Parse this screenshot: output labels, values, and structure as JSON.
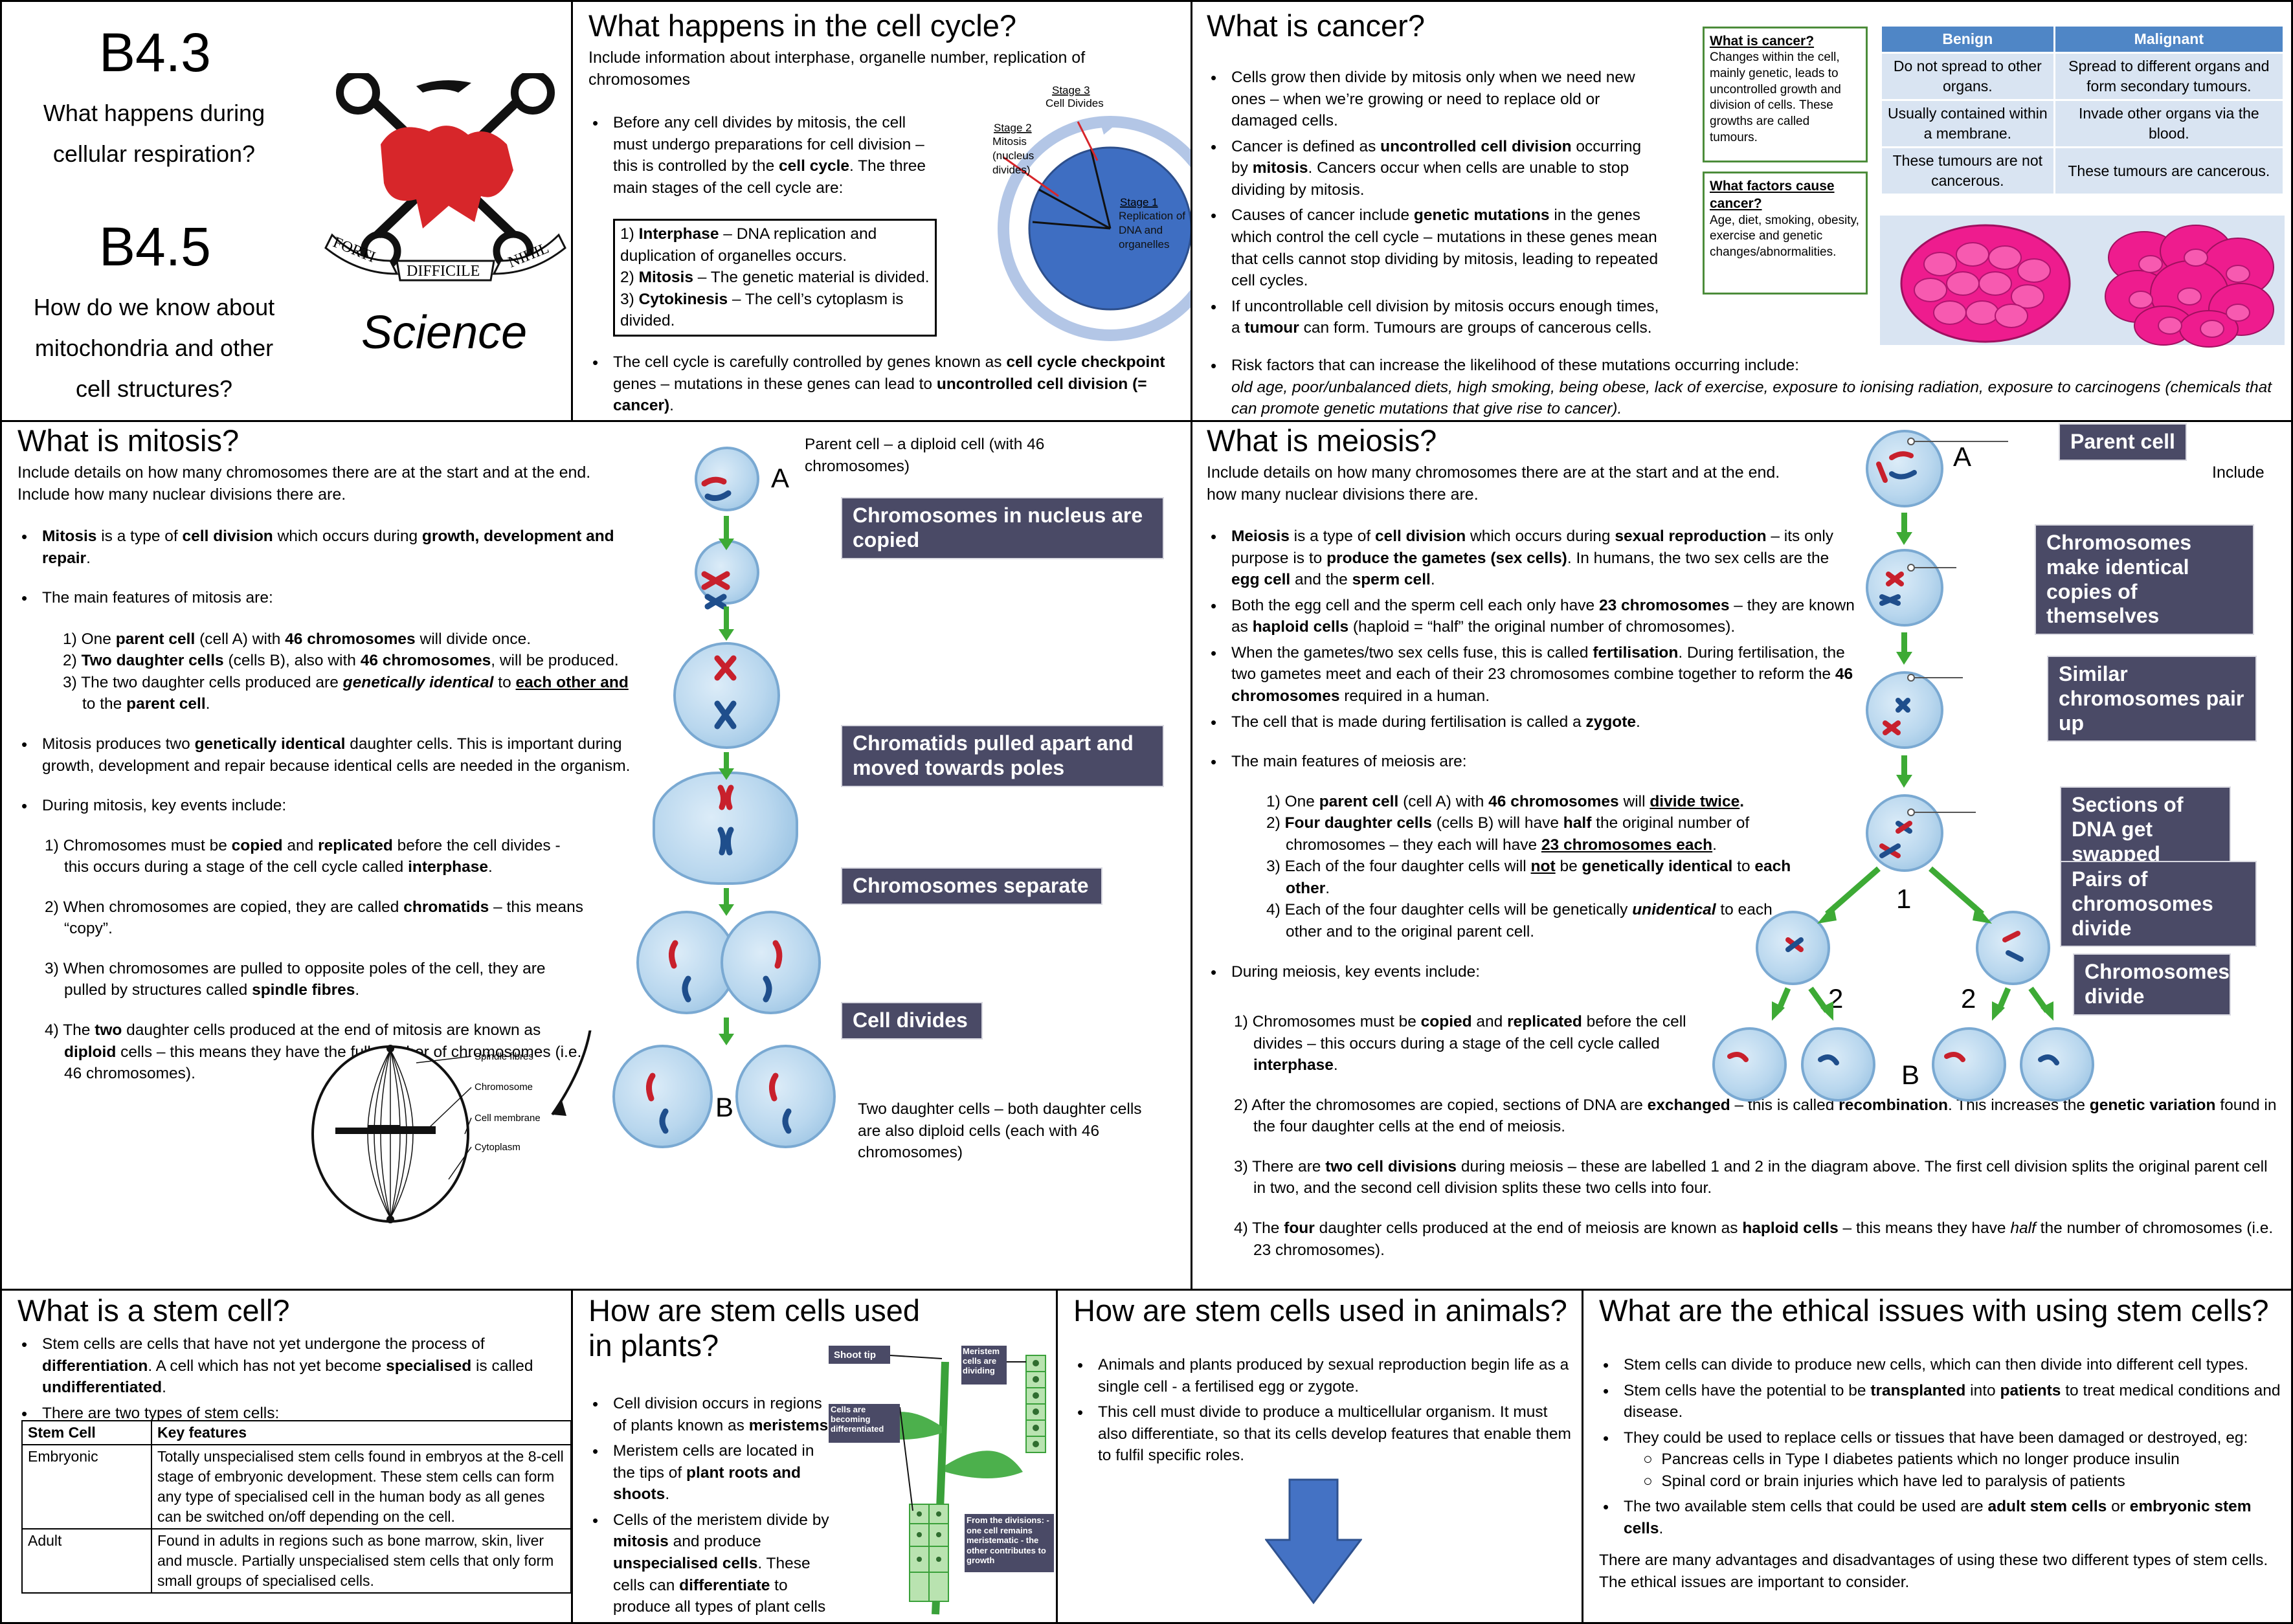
{
  "title": {
    "code1": "B4.3",
    "q1": "What happens during cellular respiration?",
    "code2": "B4.5",
    "q2": "How do we know about mitochondria and other cell structures?",
    "science": "Science",
    "motto": [
      "FORTI",
      "DIFFICILE",
      "NIHIL"
    ]
  },
  "cycle": {
    "heading": "What happens in the cell cycle?",
    "sub": "Include information about interphase, organelle number, replication of chromosomes",
    "b1": [
      "Before any cell divides by mitosis, the cell must undergo preparations for cell division – this is controlled by the ",
      "cell cycle",
      ". The three main stages of the cell cycle are:"
    ],
    "stages": [
      [
        "1) ",
        "Interphase",
        " – DNA replication and duplication of organelles occurs."
      ],
      [
        "2) ",
        "Mitosis",
        " – The genetic material is divided."
      ],
      [
        "3) ",
        "Cytokinesis",
        " – The cell’s cytoplasm is divided."
      ]
    ],
    "b2": [
      "The cell cycle is carefully controlled by genes known as ",
      "cell cycle checkpoint",
      " genes – mutations in these genes can lead to ",
      "uncontrolled cell division (= cancer)",
      "."
    ],
    "diagram": {
      "s3": "Stage 3",
      "s3b": "Cell Divides",
      "s2": "Stage 2",
      "s2b": "Mitosis (nucleus divides)",
      "s1": "Stage 1",
      "s1b": "Replication of DNA and organelles"
    }
  },
  "cancer": {
    "heading": "What is cancer?",
    "b": [
      [
        "Cells grow then divide by mitosis only when we need new ones – when we’re growing or need to replace old or damaged cells."
      ],
      [
        "Cancer is defined as ",
        "uncontrolled cell division",
        " occurring by ",
        "mitosis",
        ". Cancers occur when cells are unable to stop dividing by mitosis."
      ],
      [
        "Causes of cancer include ",
        "genetic mutations",
        " in the genes which control the cell cycle – mutations in these genes mean that cells cannot stop dividing by mitosis, leading to repeated cell cycles."
      ],
      [
        "If uncontrollable cell division by mitosis occurs enough times, a ",
        "tumour",
        " can form. Tumours are groups of cancerous cells."
      ]
    ],
    "risk": "Risk factors that can increase the likelihood of these mutations occurring include:",
    "risk_list": "old age, poor/unbalanced diets, high smoking, being obese, lack of exercise, exposure to ionising radiation, exposure to carcinogens (chemicals that can promote genetic mutations that give rise to cancer).",
    "box1_title": "What is cancer?",
    "box1": "Changes within the cell, mainly genetic, leads to uncontrolled growth and division of cells. These growths are called tumours.",
    "box2_title": "What factors cause cancer?",
    "box2": "Age, diet, smoking, obesity, exercise and genetic changes/abnormalities.",
    "table": {
      "head": [
        "Benign",
        "Malignant"
      ],
      "rows": [
        [
          "Do not spread to other organs.",
          "Spread to different organs and form secondary tumours."
        ],
        [
          "Usually contained within a membrane.",
          "Invade other organs via the blood."
        ],
        [
          "These tumours are not cancerous.",
          "These tumours are cancerous."
        ]
      ]
    },
    "colors": {
      "table_head": "#4f86c6",
      "table_cell": "#d9e4f2",
      "tumour": "#ee1c8e"
    }
  },
  "mitosis": {
    "heading": "What is mitosis?",
    "sub1": "Include details on how many chromosomes there are at the start and at the end.",
    "sub2": "Include how many nuclear divisions there are.",
    "b1": [
      "Mitosis",
      " is a type of ",
      "cell division",
      " which occurs during ",
      "growth, development and repair",
      "."
    ],
    "b2": "The main features of mitosis are:",
    "f1": [
      "1) One ",
      "parent cell",
      " (cell A) with ",
      "46 chromosomes",
      " will divide once."
    ],
    "f2": [
      "2) ",
      "Two daughter cells",
      " (cells B), also with ",
      "46 chromosomes",
      ", will be produced."
    ],
    "f3": [
      "3) The two daughter cells produced are ",
      "genetically identical",
      " to ",
      "each other and",
      " to the ",
      "parent cell",
      "."
    ],
    "b3": [
      "Mitosis produces two ",
      "genetically identical",
      " daughter cells. This is important during growth, development and repair because identical cells are needed in the organism."
    ],
    "b4": "During mitosis, key events include:",
    "e1": [
      "1) Chromosomes must be ",
      "copied",
      " and ",
      "replicated",
      " before the cell divides - this occurs during a stage of the cell cycle called ",
      "interphase",
      "."
    ],
    "e2": [
      "2) When chromosomes are copied, they are called ",
      "chromatids",
      " – this means “copy”."
    ],
    "e3": [
      "3) When chromosomes are pulled to opposite poles of the cell, they are pulled by structures called ",
      "spindle fibres",
      "."
    ],
    "e4": [
      "4) The ",
      "two",
      " daughter cells produced at the end of mitosis are known as ",
      "diploid",
      " cells – this means they have the full number of chromosomes (i.e. 46 chromosomes)."
    ],
    "parent_note": "Parent cell – a diploid cell (with 46 chromosomes)",
    "daughter_note": "Two daughter cells – both daughter cells are also diploid cells (each with 46 chromosomes)",
    "tags": [
      "Chromosomes in nucleus are copied",
      "Chromatids pulled apart and moved towards poles",
      "Chromosomes separate",
      "Cell divides"
    ],
    "labelA": "A",
    "labelB": "B",
    "spindle": [
      "Spindle fibres",
      "Chromosome",
      "Cell membrane",
      "Cytoplasm"
    ]
  },
  "meiosis": {
    "heading": "What is meiosis?",
    "sub1": "Include details on how many chromosomes there are at the start and at the end.",
    "sub1b": "Include",
    "sub2": "how many nuclear divisions there are.",
    "b1": [
      "Meiosis",
      " is a type of ",
      "cell division",
      " which occurs during ",
      "sexual reproduction",
      " – its only purpose is to ",
      "produce the gametes (sex cells)",
      ". In humans, the two sex cells are the ",
      "egg cell",
      " and the ",
      "sperm cell",
      "."
    ],
    "b2": [
      "Both the egg cell and the sperm cell each only have ",
      "23 chromosomes",
      " – they are known as ",
      "haploid cells",
      " (haploid = “half” the original number of chromosomes)."
    ],
    "b3": [
      "When the gametes/two sex cells fuse, this is called ",
      "fertilisation",
      ". During fertilisation, the two gametes meet and each of their 23 chromosomes combine together to reform the ",
      "46 chromosomes",
      " required in a human."
    ],
    "b4": [
      "The cell that is made during fertilisation is called a ",
      "zygote",
      "."
    ],
    "b5": "The main features of meiosis are:",
    "f1": [
      "1) One ",
      "parent cell",
      " (cell A) with ",
      "46 chromosomes",
      " will ",
      "divide twice",
      "."
    ],
    "f2": [
      "2) ",
      "Four daughter cells",
      " (cells B) will have ",
      "half",
      " the original number of chromosomes – they each will have ",
      "23 chromosomes each",
      "."
    ],
    "f3": [
      "3) Each of the four daughter cells will ",
      "not",
      " be ",
      "genetically identical",
      " to ",
      "each other",
      "."
    ],
    "f4": [
      "4) Each of the four daughter cells will be genetically ",
      "unidentical",
      " to each other and to the original parent cell."
    ],
    "b6": "During meiosis, key events include:",
    "e1": [
      "1) Chromosomes must be ",
      "copied",
      " and ",
      "replicated",
      " before the cell divides – this occurs during a stage of the cell cycle called ",
      "interphase",
      "."
    ],
    "e2": [
      "2) After the chromosomes are copied, sections of DNA are ",
      "exchanged",
      " – this is called ",
      "recombination",
      ". This increases the ",
      "genetic variation",
      " found in the four daughter cells at the end of meiosis."
    ],
    "e3": [
      "3) There are ",
      "two cell divisions",
      " during meiosis – these are labelled 1 and 2 in the diagram above. The first cell division splits the original parent cell in two, and the second cell division splits these two cells into four."
    ],
    "e4": [
      "4) The ",
      "four",
      " daughter cells produced at the end of meiosis are known as ",
      "haploid cells",
      " – this means they have ",
      "half",
      " the number of chromosomes (i.e. 23 chromosomes)."
    ],
    "tags": [
      "Parent cell",
      "Chromosomes make identical copies of themselves",
      "Similar chromosomes pair up",
      "Sections of DNA get swapped",
      "Pairs of chromosomes divide",
      "Chromosomes divide"
    ],
    "labels": {
      "A": "A",
      "B": "B",
      "one": "1",
      "two": "2"
    }
  },
  "stem": {
    "heading": "What is a stem cell?",
    "b1": [
      "Stem cells are cells that have not yet undergone the process of ",
      "differentiation",
      ". A cell which has not yet become ",
      "specialised",
      " is called ",
      "undifferentiated",
      "."
    ],
    "b2": "There are two types of stem cells:",
    "table_head": [
      "Stem Cell",
      "Key features"
    ],
    "rows": [
      [
        "Embryonic",
        "Totally unspecialised stem cells found in embryos at the 8-cell stage of embryonic development. These stem cells can form any type of specialised cell in the human body as all genes can be switched on/off depending on the cell."
      ],
      [
        "Adult",
        "Found in adults in regions such as bone marrow, skin, liver and muscle. Partially unspecialised stem cells that only form small groups of specialised cells."
      ]
    ]
  },
  "plants": {
    "heading": "How are stem cells used in plants?",
    "b1": [
      "Cell division occurs in regions of plants known as ",
      "meristems",
      "."
    ],
    "b2": [
      "Meristem cells are located in the tips of ",
      "plant roots and shoots",
      "."
    ],
    "b3": [
      "Cells of the meristem divide by ",
      "mitosis",
      " and produce ",
      "unspecialised cells",
      ". These cells can ",
      "differentiate",
      " to produce all types of plant cells at any time during the life of the plant."
    ],
    "diagram": {
      "shoot": "Shoot tip",
      "meristem": "Meristem cells are dividing",
      "diff": "Cells are becoming differentiated",
      "from": "From the divisions: - one cell remains meristematic - the other contributes to growth"
    }
  },
  "animals": {
    "heading": "How are stem cells used in animals?",
    "b1": "Animals and plants produced by sexual reproduction begin life as a single cell - a fertilised egg or zygote.",
    "b2": "This cell must divide to produce a multicellular organism. It must also differentiate, so that its cells develop features that enable them to fulfil specific roles."
  },
  "ethics": {
    "heading": "What are the ethical issues with using stem cells?",
    "b1": "Stem cells can divide to produce new cells, which can then divide into different cell types.",
    "b2": [
      "Stem cells have the potential to be ",
      "transplanted",
      " into ",
      "patients",
      " to treat medical conditions and disease."
    ],
    "b3": "They could be used to replace cells or tissues that have been damaged or destroyed, eg:",
    "sub": [
      "Pancreas cells in Type I diabetes patients which no longer produce insulin",
      "Spinal cord or brain injuries which have led to paralysis of patients"
    ],
    "b4": [
      "The two available stem cells that could be used are ",
      "adult stem cells",
      " or ",
      "embryonic stem cells",
      "."
    ],
    "para": "There are many advantages and disadvantages of using these two different types of stem cells. The ethical issues are important to consider."
  }
}
